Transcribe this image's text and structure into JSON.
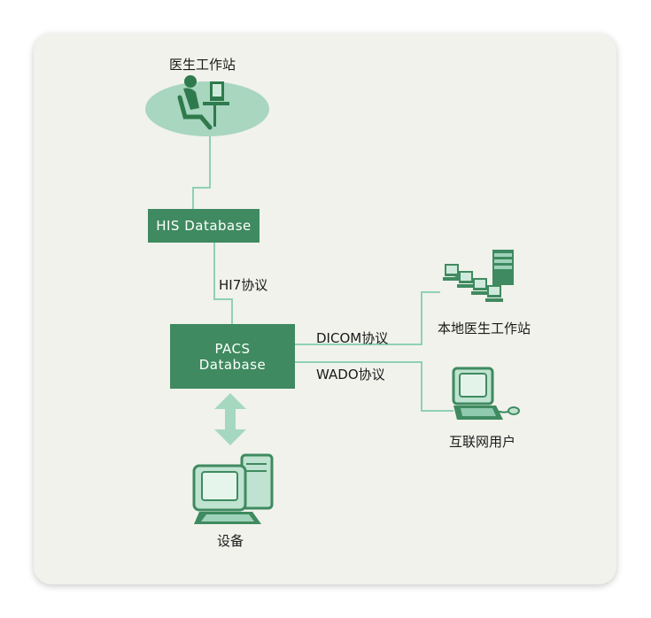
{
  "nodes": {
    "doctor_workstation": "医生工作站",
    "his_database": "HIS Database",
    "pacs_database": [
      "PACS",
      "Database"
    ],
    "local_workstations": "本地医生工作站",
    "internet_users": "互联网用户",
    "devices": "设备"
  },
  "edges": {
    "hl7": "HI7协议",
    "dicom": "DICOM协议",
    "wado": "WADO协议"
  },
  "colors": {
    "box_fill": "#3f8a60",
    "line": "#8fd0b6",
    "card_bg": "#f1f2ec",
    "icon_green": "#4f9a6b"
  }
}
